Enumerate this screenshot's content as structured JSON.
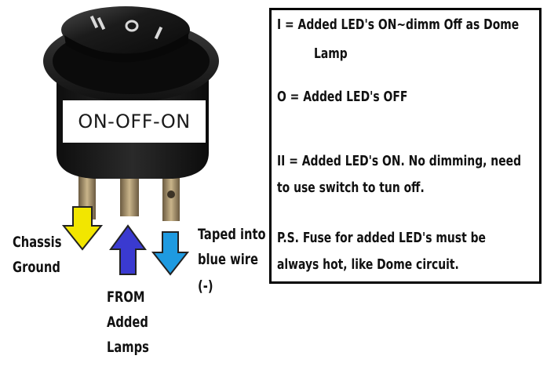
{
  "switch": {
    "label": "ON-OFF-ON",
    "rocker_symbols": [
      "II",
      "O",
      "I"
    ]
  },
  "legend": {
    "line1a": "I = Added LED's ON~dimm Off as Dome",
    "line1b": "Lamp",
    "line2": "O = Added LED's OFF",
    "line3a": "II = Added LED's ON. No dimming, need",
    "line3b": "to use switch to tun off.",
    "line4a": "P.S. Fuse for added LED's must be",
    "line4b": "always hot, like Dome circuit."
  },
  "terminals": {
    "left": {
      "line1": "Chassis",
      "line2": "Ground",
      "arrow_color": "#f2e600",
      "direction": "down"
    },
    "middle": {
      "line1": "FROM",
      "line2": "Added",
      "line3": "Lamps",
      "arrow_color": "#3a3ad0",
      "direction": "up"
    },
    "right": {
      "line1": "Taped into",
      "line2": "blue wire",
      "line3": "(-)",
      "arrow_color": "#1e9ae0",
      "direction": "down"
    }
  }
}
